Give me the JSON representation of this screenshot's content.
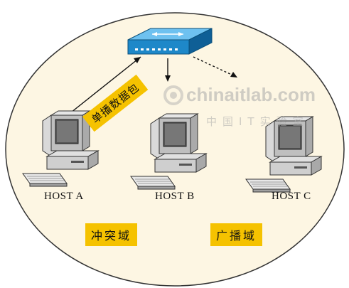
{
  "hosts": [
    {
      "label": "HOST A"
    },
    {
      "label": "HOST B"
    },
    {
      "label": "HOST C"
    }
  ],
  "packet_label": "单播数据包",
  "domains": {
    "collision": "冲突域",
    "broadcast": "广播域"
  },
  "watermark": {
    "brand": "chinaitlab.com",
    "sub": "中国IT实验室"
  },
  "colors": {
    "ellipse_fill": "#fdf6e3",
    "ellipse_stroke": "#333333",
    "switch_blue": "#1e88c9",
    "tag_yellow": "#f5c200"
  },
  "icons": [
    "switch-icon",
    "computer-icon"
  ]
}
